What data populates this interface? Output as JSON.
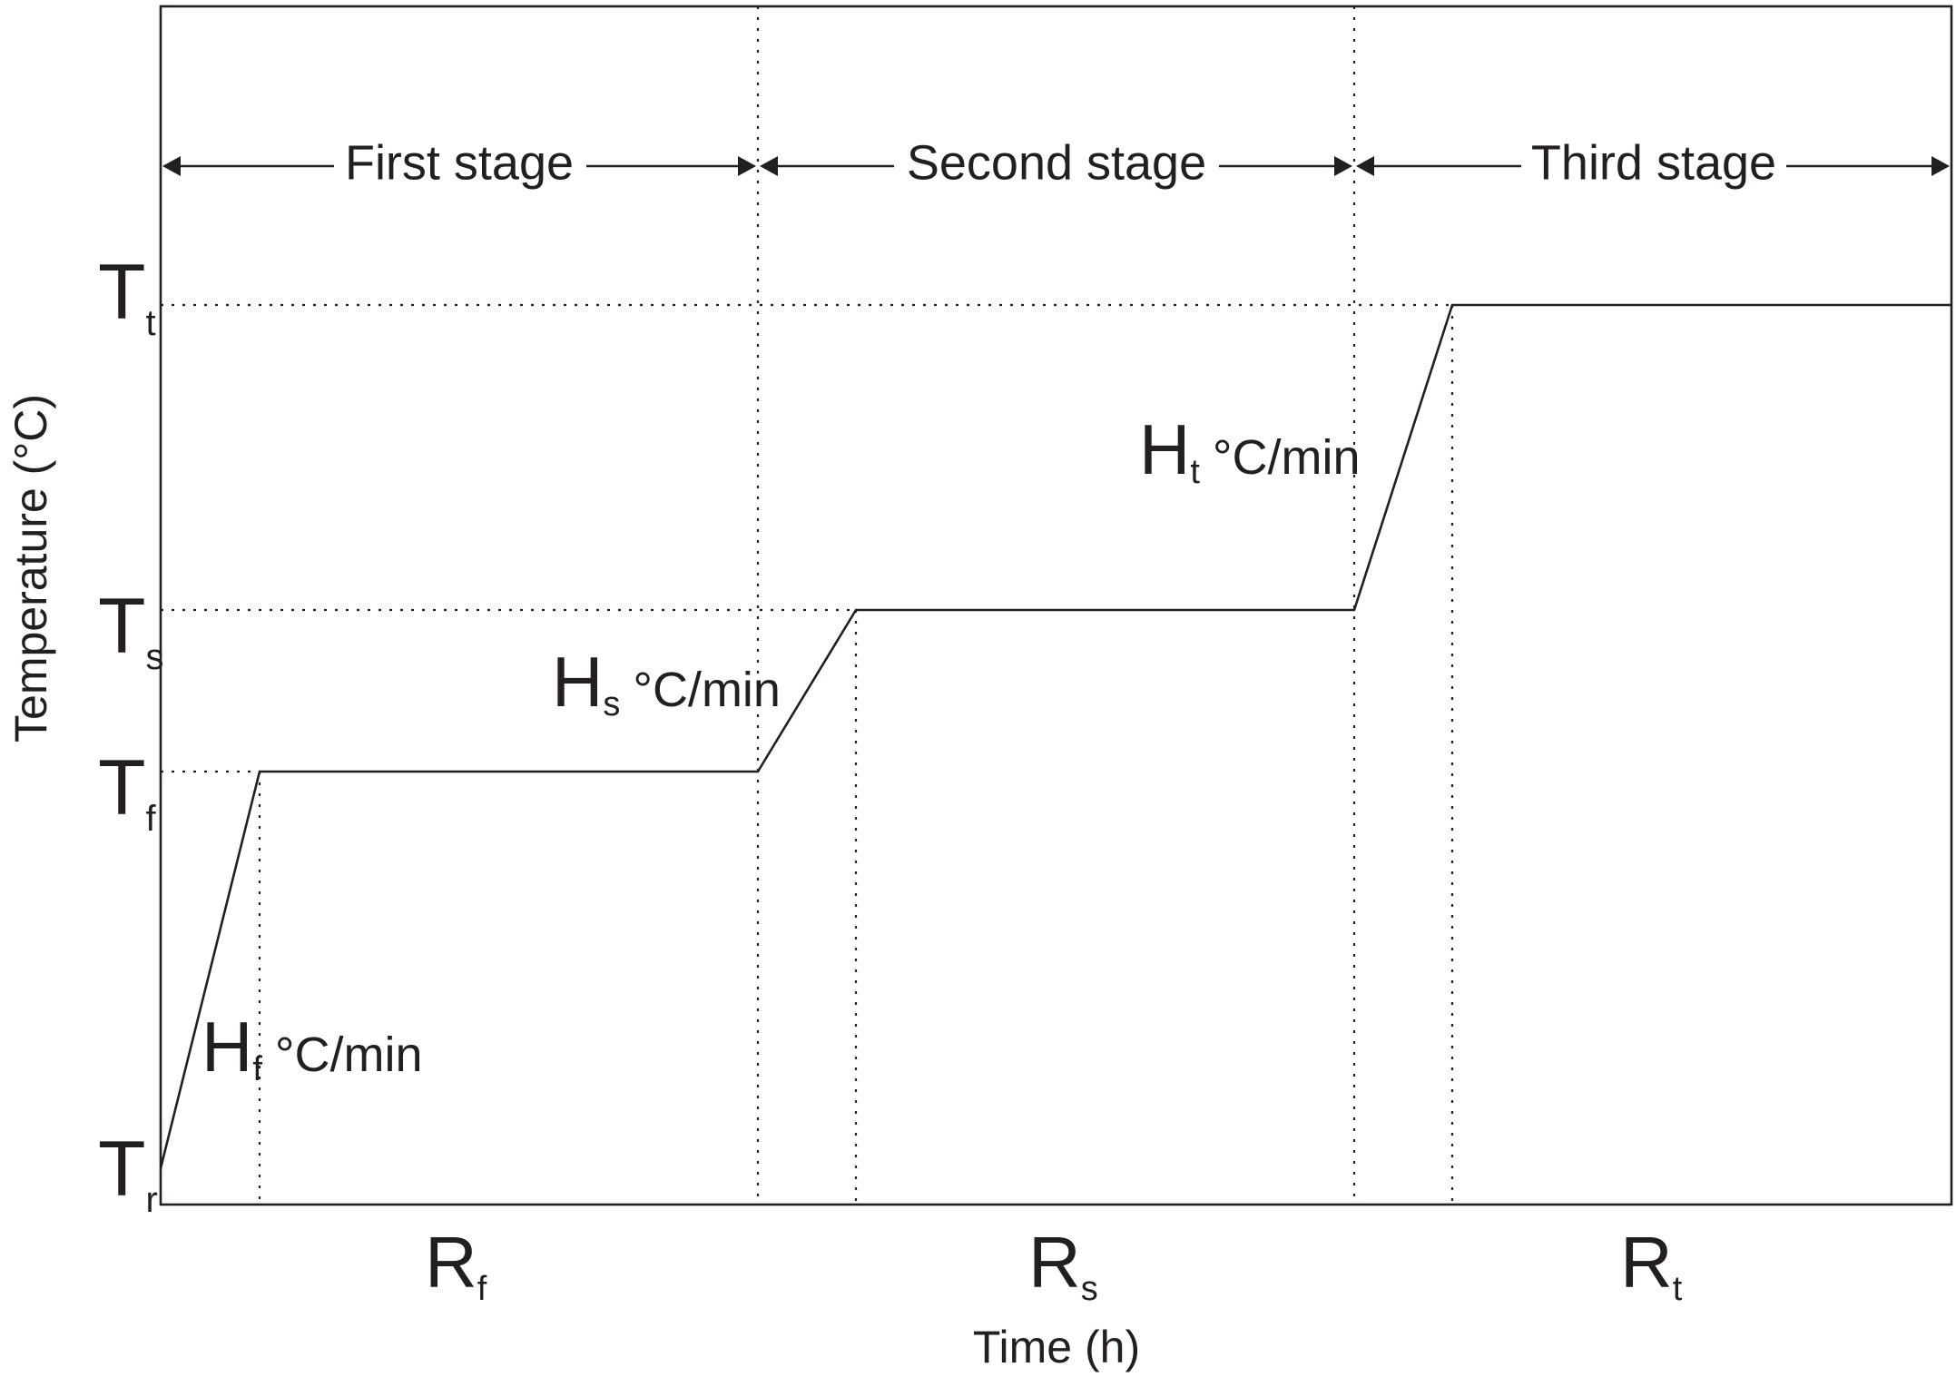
{
  "axes": {
    "y_label": "Temperature (°C)",
    "x_label": "Time (h)"
  },
  "temperature_levels": [
    {
      "id": "Tt",
      "main": "T",
      "sub": "t"
    },
    {
      "id": "Ts",
      "main": "T",
      "sub": "s"
    },
    {
      "id": "Tf",
      "main": "T",
      "sub": "f"
    },
    {
      "id": "Tr",
      "main": "T",
      "sub": "r"
    }
  ],
  "stages": [
    {
      "label": "First stage"
    },
    {
      "label": "Second stage"
    },
    {
      "label": "Third stage"
    }
  ],
  "heating_rates": [
    {
      "main": "H",
      "sub": "f",
      "unit": "°C/min"
    },
    {
      "main": "H",
      "sub": "s",
      "unit": "°C/min"
    },
    {
      "main": "H",
      "sub": "t",
      "unit": "°C/min"
    }
  ],
  "holding_times": [
    {
      "main": "R",
      "sub": "f"
    },
    {
      "main": "R",
      "sub": "s"
    },
    {
      "main": "R",
      "sub": "t"
    }
  ]
}
